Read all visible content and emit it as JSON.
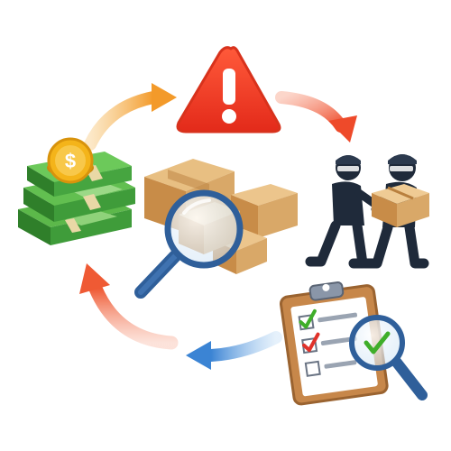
{
  "illustration": {
    "nodes": [
      {
        "id": "warning",
        "icon": "warning-triangle-icon"
      },
      {
        "id": "thieves",
        "icon": "thieves-carrying-box-icon"
      },
      {
        "id": "checklist",
        "icon": "clipboard-checklist-icon"
      },
      {
        "id": "money",
        "icon": "money-stack-icon"
      }
    ],
    "center_icon": "boxes-with-magnifier-icon",
    "cycle_arrows": [
      {
        "from": "money",
        "to": "warning",
        "color": "#f39a2a"
      },
      {
        "from": "warning",
        "to": "thieves",
        "color": "#ee5a3a"
      },
      {
        "from": "checklist",
        "to": "money-gap",
        "color": "#4a90d9"
      },
      {
        "from": "money-gap",
        "to": "money",
        "color": "#ef5a34"
      }
    ],
    "colors": {
      "warning_red": "#ee3b26",
      "box_tan": "#d9a868",
      "money_green": "#3f9c3a",
      "coin_gold": "#f4b41a",
      "magnifier_blue": "#2f5f9a",
      "figure_navy": "#1f2a3a",
      "check_green": "#3fae2a",
      "clipboard_brown": "#c7874a"
    }
  }
}
